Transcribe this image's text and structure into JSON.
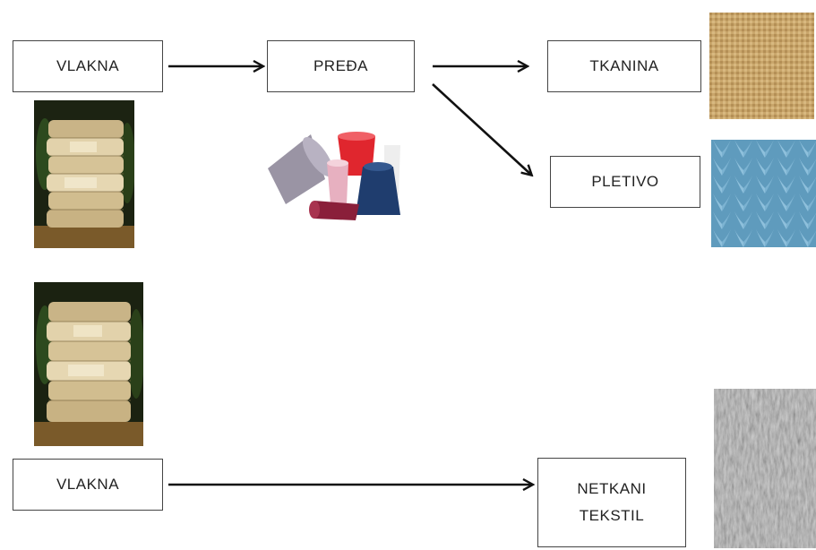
{
  "top_row": {
    "fiber_label": "VLAKNA",
    "yarn_label": "PREĐA",
    "woven_label": "TKANINA",
    "knit_label": "PLETIVO"
  },
  "bottom_row": {
    "fiber_label": "VLAKNA",
    "nonwoven_label_line1": "NETKANI",
    "nonwoven_label_line2": "TEKSTIL"
  },
  "colors": {
    "border": "#444444",
    "arrow": "#111111",
    "woven_fabric": "#c9a66b",
    "knit_fabric": "#6fa9c9",
    "nonwoven_fabric": "#a8a8a8",
    "fiber_bale": "#d8c6a0"
  }
}
